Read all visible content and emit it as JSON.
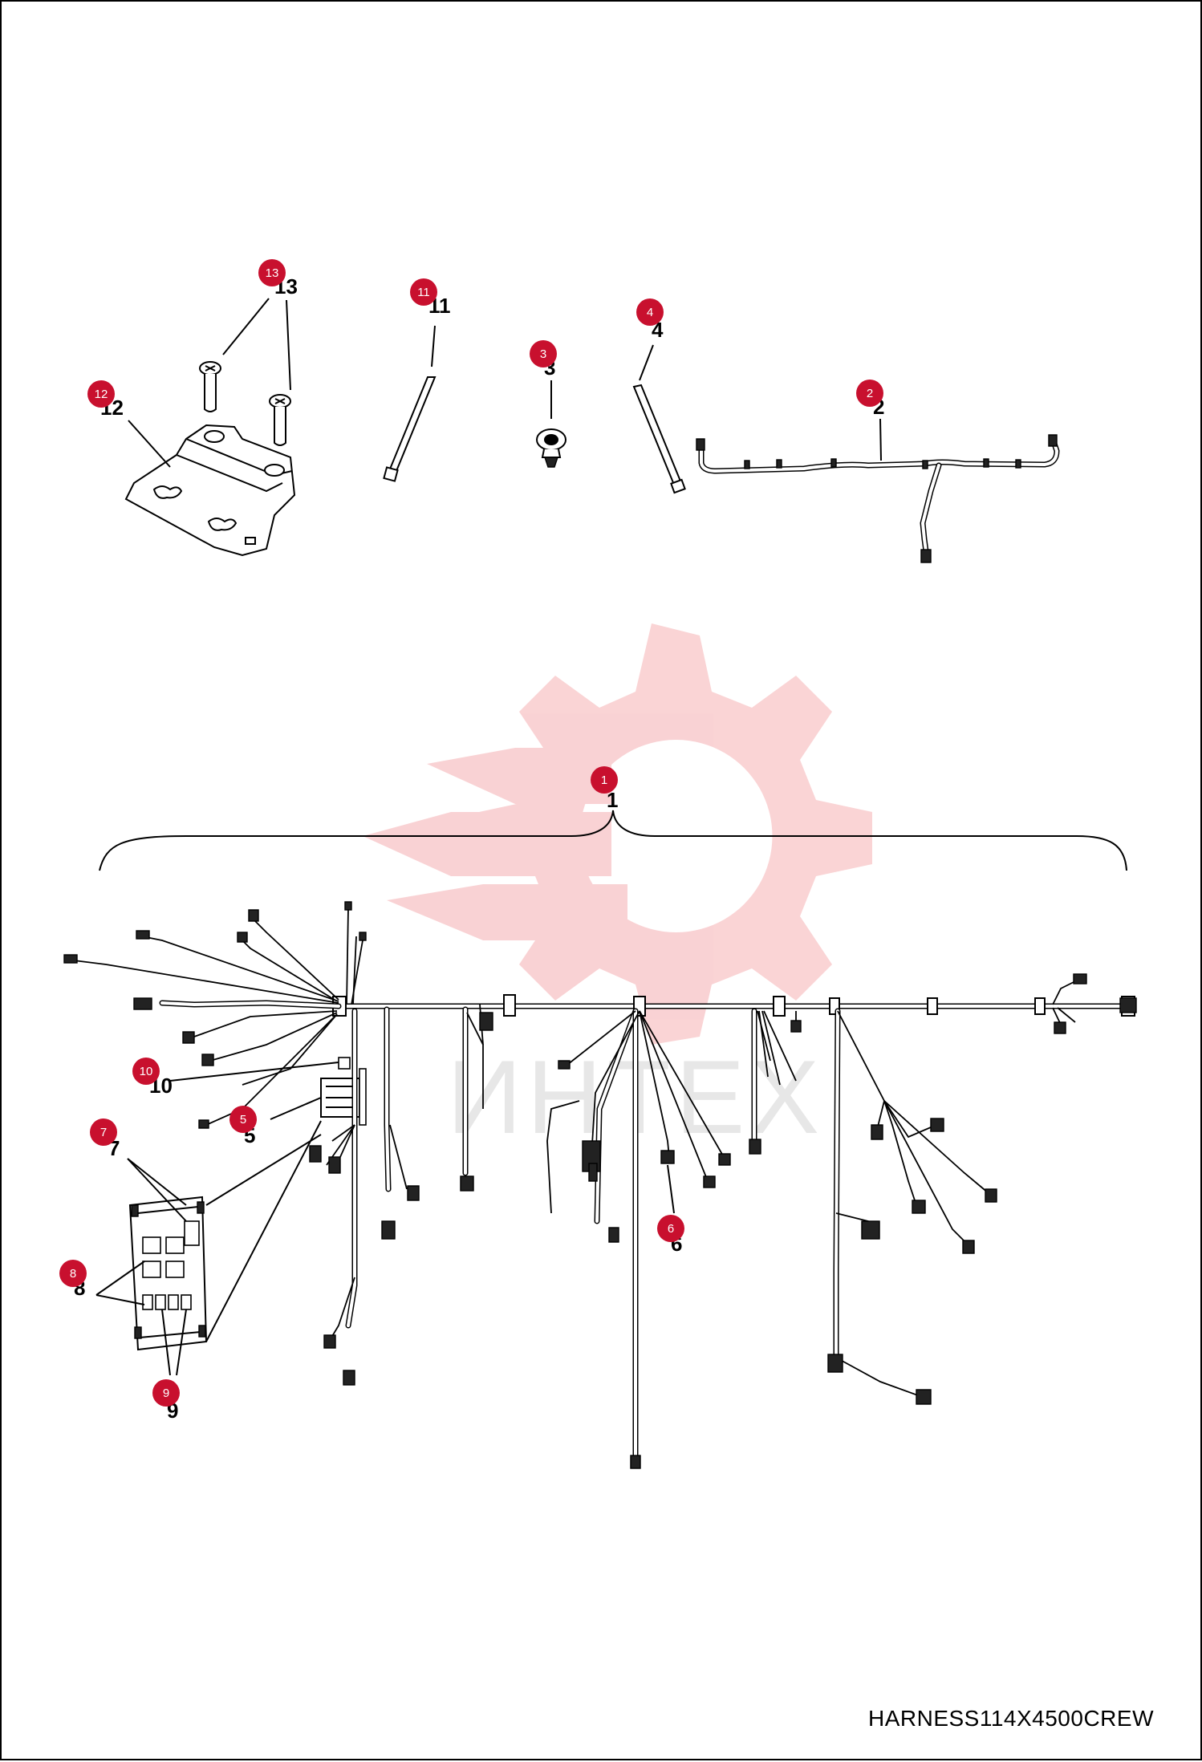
{
  "caption": "HARNESS114X4500CREW",
  "watermark": {
    "text": "ИНТЕХ",
    "logo": "gear-logo-icon",
    "color": "#f4a6a6"
  },
  "colors": {
    "callout_badge": "#c8102e",
    "line": "#000000"
  },
  "callouts": [
    {
      "id": "1",
      "label": "1"
    },
    {
      "id": "2",
      "label": "2"
    },
    {
      "id": "3",
      "label": "3"
    },
    {
      "id": "4",
      "label": "4"
    },
    {
      "id": "5",
      "label": "5"
    },
    {
      "id": "6",
      "label": "6"
    },
    {
      "id": "7",
      "label": "7"
    },
    {
      "id": "8",
      "label": "8"
    },
    {
      "id": "9",
      "label": "9"
    },
    {
      "id": "10",
      "label": "10"
    },
    {
      "id": "11",
      "label": "11"
    },
    {
      "id": "12",
      "label": "12"
    },
    {
      "id": "13",
      "label": "13"
    }
  ]
}
